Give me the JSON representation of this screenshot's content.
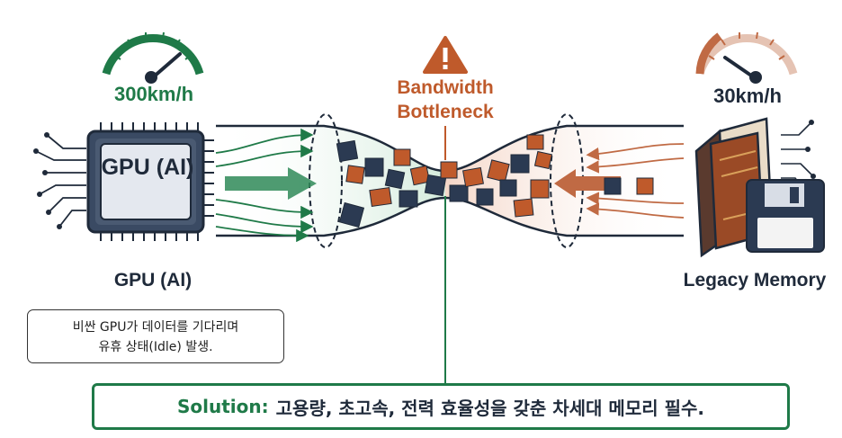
{
  "gpu": {
    "speed": "300km/h",
    "chip_label": "GPU (AI)",
    "name": "GPU (AI)",
    "note_lines": [
      "비싼 GPU가 데이터를 기다리며",
      "유휴 상태(Idle) 발생."
    ]
  },
  "bottleneck": {
    "label": "Bandwidth Bottleneck"
  },
  "memory": {
    "speed": "30km/h",
    "name": "Legacy Memory"
  },
  "solution": {
    "label": "Solution:",
    "text": "고용량, 초고속, 전력 효율성을 갖춘 차세대 메모리 필수."
  },
  "colors": {
    "green": "#1f7a48",
    "orange": "#bf5a2b",
    "navy": "#2b3a52",
    "gauge_right": "#c06a44"
  },
  "icons": [
    "speed-gauge-icon",
    "warning-icon",
    "gpu-chip-icon",
    "books-icon",
    "floppy-disk-icon"
  ]
}
